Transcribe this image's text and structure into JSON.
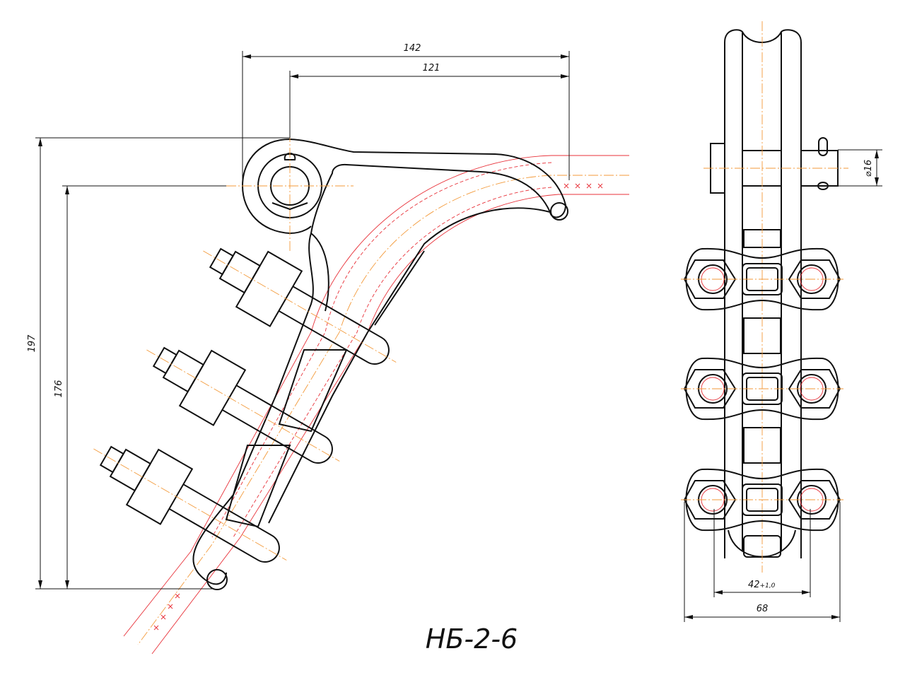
{
  "drawing": {
    "title": "НБ-2-6",
    "dimensions": {
      "width_overall": "142",
      "width_eye_to_end": "121",
      "height_overall": "197",
      "height_eye_to_bottom": "176",
      "pin_diameter": "⌀16",
      "jaw_width": "42",
      "jaw_tolerance": "+1,0",
      "total_width": "68"
    },
    "colors": {
      "outline": "#111111",
      "centerline": "#f39a3a",
      "cable": "#e8323a"
    }
  }
}
